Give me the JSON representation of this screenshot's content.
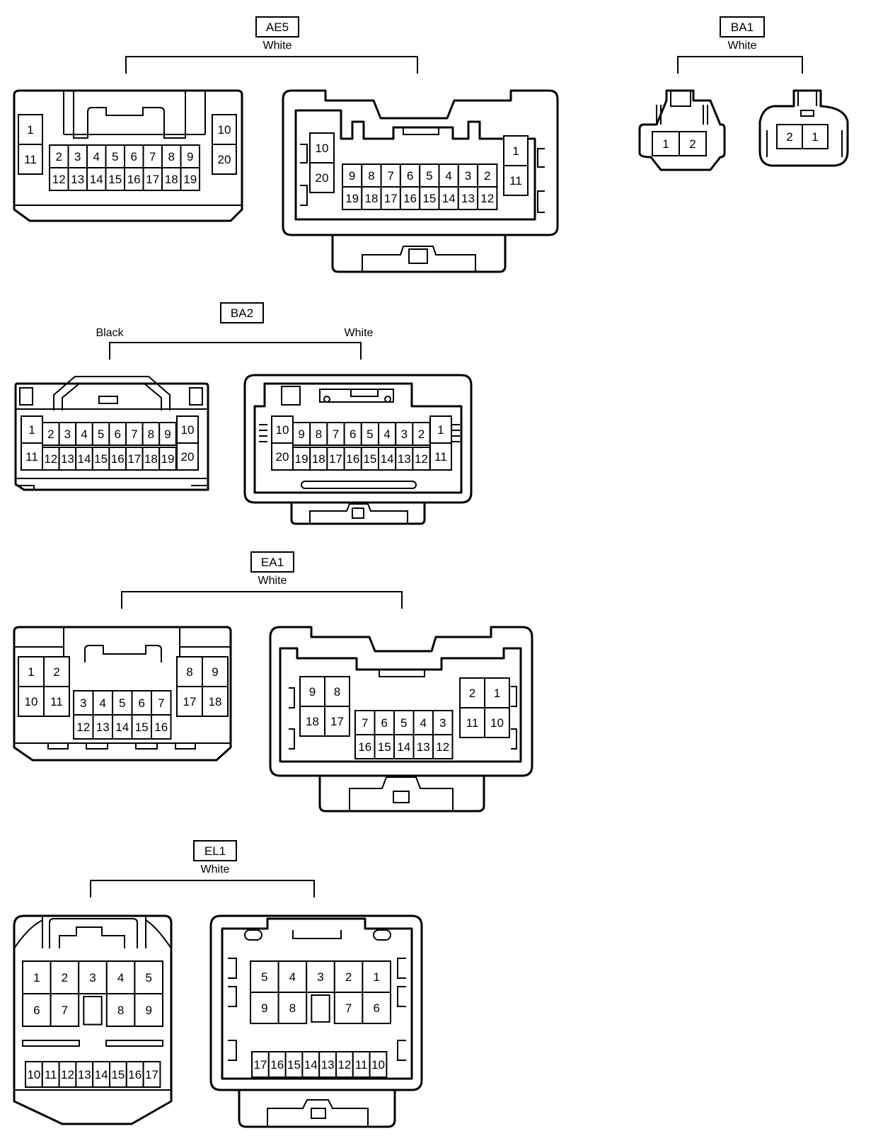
{
  "connectors": [
    {
      "id": "ae5",
      "code": "AE5",
      "colors": [
        "White"
      ],
      "left_pins": [
        [
          "1",
          "11"
        ],
        [
          "2",
          "3",
          "4",
          "5",
          "6",
          "7",
          "8",
          "9"
        ],
        [
          "12",
          "13",
          "14",
          "15",
          "16",
          "17",
          "18",
          "19"
        ],
        [
          "10",
          "20"
        ]
      ],
      "right_pins": [
        [
          "10",
          "20"
        ],
        [
          "9",
          "8",
          "7",
          "6",
          "5",
          "4",
          "3",
          "2"
        ],
        [
          "19",
          "18",
          "17",
          "16",
          "15",
          "14",
          "13",
          "12"
        ],
        [
          "1",
          "11"
        ]
      ]
    },
    {
      "id": "ba1",
      "code": "BA1",
      "colors": [
        "White"
      ],
      "left_pins": [
        [
          "1",
          "2"
        ]
      ],
      "right_pins": [
        [
          "2",
          "1"
        ]
      ]
    },
    {
      "id": "ba2",
      "code": "BA2",
      "colors": [
        "Black",
        "White"
      ],
      "left_pins": [
        [
          "1",
          "11"
        ],
        [
          "2",
          "3",
          "4",
          "5",
          "6",
          "7",
          "8",
          "9"
        ],
        [
          "12",
          "13",
          "14",
          "15",
          "16",
          "17",
          "18",
          "19"
        ],
        [
          "10",
          "20"
        ]
      ],
      "right_pins": [
        [
          "10",
          "20"
        ],
        [
          "9",
          "8",
          "7",
          "6",
          "5",
          "4",
          "3",
          "2"
        ],
        [
          "19",
          "18",
          "17",
          "16",
          "15",
          "14",
          "13",
          "12"
        ],
        [
          "1",
          "11"
        ]
      ]
    },
    {
      "id": "ea1",
      "code": "EA1",
      "colors": [
        "White"
      ],
      "left_pins": [
        [
          "1",
          "2"
        ],
        [
          "10",
          "11"
        ],
        [
          "3",
          "4",
          "5",
          "6",
          "7"
        ],
        [
          "12",
          "13",
          "14",
          "15",
          "16"
        ],
        [
          "8",
          "9"
        ],
        [
          "17",
          "18"
        ]
      ],
      "right_pins": [
        [
          "9",
          "8"
        ],
        [
          "18",
          "17"
        ],
        [
          "7",
          "6",
          "5",
          "4",
          "3"
        ],
        [
          "16",
          "15",
          "14",
          "13",
          "12"
        ],
        [
          "2",
          "1"
        ],
        [
          "11",
          "10"
        ]
      ]
    },
    {
      "id": "el1",
      "code": "EL1",
      "colors": [
        "White"
      ],
      "left_pins": [
        [
          "1",
          "2",
          "3",
          "4",
          "5"
        ],
        [
          "6",
          "7",
          "8",
          "9"
        ],
        [
          "10",
          "11",
          "12",
          "13",
          "14",
          "15",
          "16",
          "17"
        ]
      ],
      "right_pins": [
        [
          "5",
          "4",
          "3",
          "2",
          "1"
        ],
        [
          "9",
          "8",
          "7",
          "6"
        ],
        [
          "17",
          "16",
          "15",
          "14",
          "13",
          "12",
          "11",
          "10"
        ]
      ]
    }
  ]
}
